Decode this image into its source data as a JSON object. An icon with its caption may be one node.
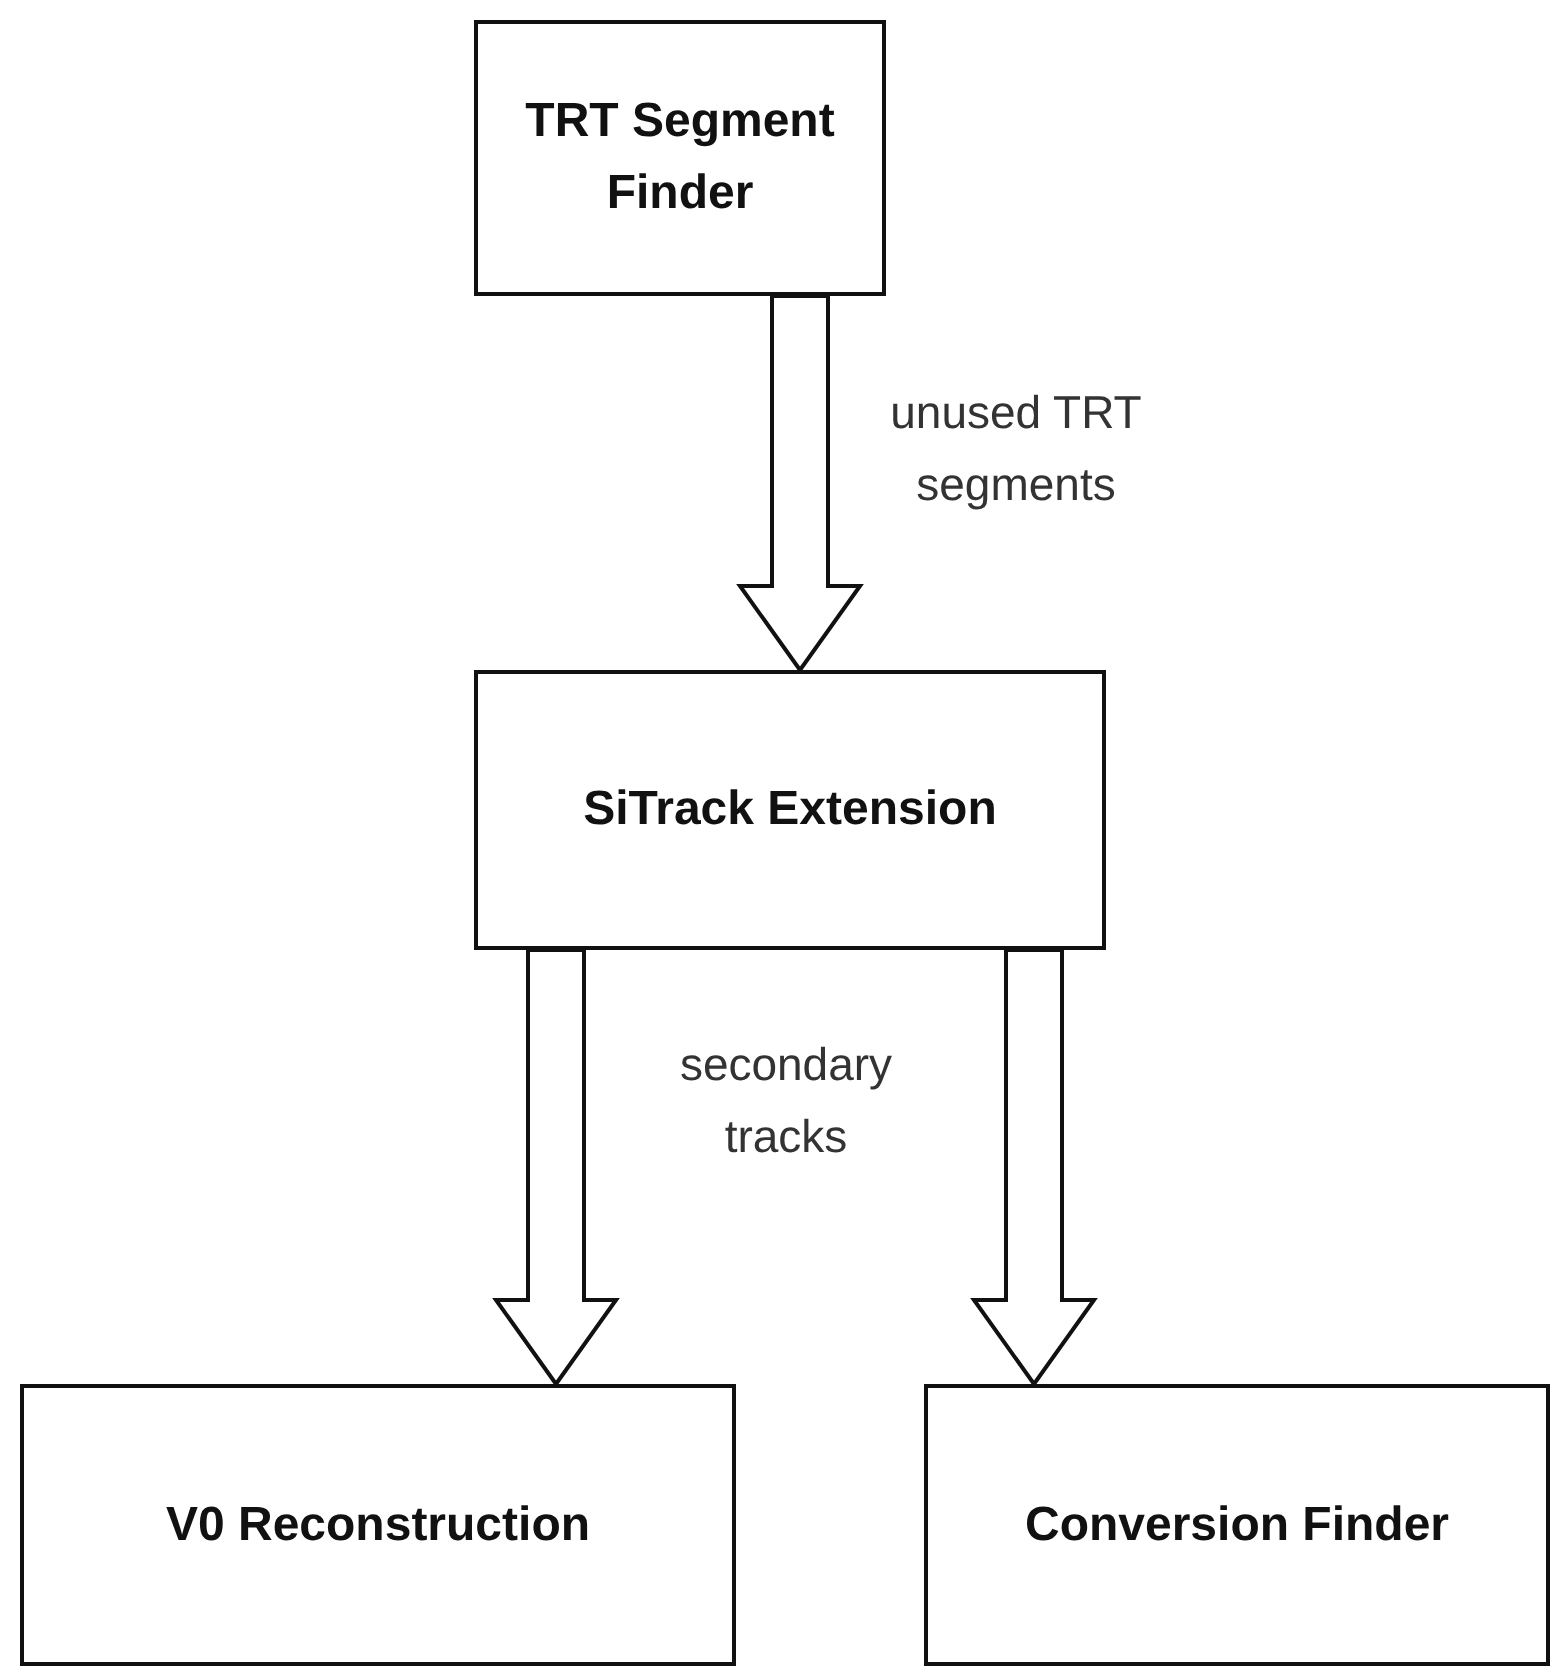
{
  "diagram": {
    "nodes": [
      {
        "text": [
          "TRT Segment Finder"
        ]
      },
      {
        "text": [
          "SiTrack Extension"
        ]
      },
      {
        "text": [
          "V0 Reconstruction"
        ]
      },
      {
        "text": [
          "Conversion Finder"
        ]
      }
    ],
    "edges": [
      {
        "from": 0,
        "to": 1,
        "arrow": "to",
        "label": "unused TRT segments"
      },
      {
        "from": 1,
        "to": 2,
        "arrow": "to",
        "label": "secondary tracks"
      },
      {
        "from": 1,
        "to": 3,
        "arrow": "to"
      }
    ]
  }
}
